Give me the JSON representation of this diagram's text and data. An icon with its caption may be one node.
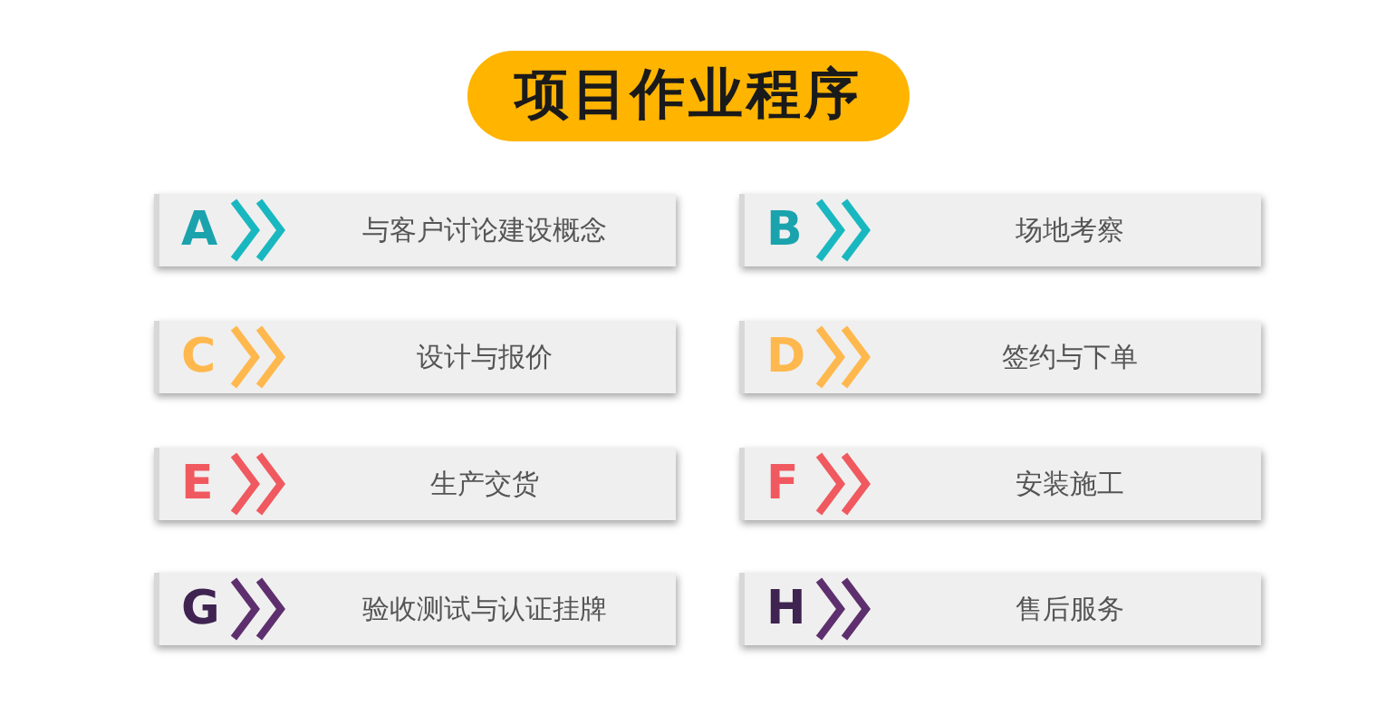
{
  "diagram": {
    "title": "项目作业程序",
    "nodes": [
      {
        "text": [
          "A",
          "与客户讨论建设概念"
        ]
      },
      {
        "text": [
          "B",
          "场地考察"
        ]
      },
      {
        "text": [
          "C",
          "设计与报价"
        ]
      },
      {
        "text": [
          "D",
          "签约与下单"
        ]
      },
      {
        "text": [
          "E",
          "生产交货"
        ]
      },
      {
        "text": [
          "F",
          "安装施工"
        ]
      },
      {
        "text": [
          "G",
          "验收测试与认证挂牌"
        ]
      },
      {
        "text": [
          "H",
          "售后服务"
        ]
      }
    ]
  }
}
